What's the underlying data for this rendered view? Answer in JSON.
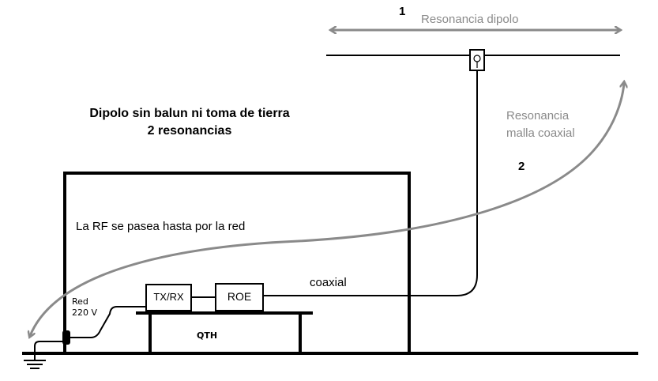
{
  "title": {
    "line1": "Dipolo sin balun ni toma de tierra",
    "line2": "2 resonancias"
  },
  "resonance_1": {
    "number": "1",
    "label": "Resonancia dipolo"
  },
  "resonance_2": {
    "number": "2",
    "label_line1": "Resonancia",
    "label_line2": "malla coaxial"
  },
  "rf_note": "La RF se pasea hasta por la red",
  "coax_label": "coaxial",
  "equipment": {
    "txrx": "TX/RX",
    "roe": "ROE",
    "table": "QTH"
  },
  "mains": {
    "line1": "Red",
    "line2": "220 V"
  },
  "colors": {
    "line": "#000000",
    "arrow": "#8a8a8a"
  },
  "icons": [
    "ground-icon",
    "balun-box-icon",
    "mains-plug-icon"
  ]
}
